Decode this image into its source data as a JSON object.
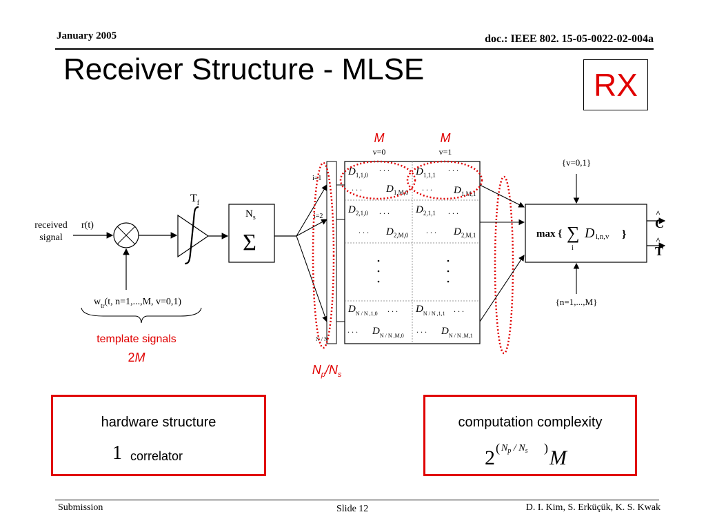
{
  "header": {
    "date": "January 2005",
    "doc_id": "doc.: IEEE 802. 15-05-0022-02-004a"
  },
  "title": "Receiver Structure - MLSE",
  "rx_label": "RX",
  "diagram": {
    "input_label_1": "received",
    "input_label_2": "signal",
    "r_t": "r(t)",
    "template_fn": "(t, n=1,...,M, v=0,1)",
    "w": "w",
    "w_sub": "tr",
    "tf_T": "T",
    "tf_f": "f",
    "ns_N": "N",
    "ns_s": "s",
    "sigma": "Σ",
    "template_caption": "template signals",
    "template_count": "2",
    "template_count_M": "M",
    "np_ns": "Np/Ns",
    "col0_M": "M",
    "col1_M": "M",
    "col0_v": "v=0",
    "col1_v": "v=1",
    "row_i1": "i=1",
    "row_i2": "i=2",
    "dots": ". . .",
    "decision_top": "{v=0,1}",
    "decision_bottom": "{n=1,...,M}",
    "decision_max": "max {",
    "decision_sum": "∑",
    "decision_D": "D",
    "decision_sub": "i,n,v",
    "decision_close": "}",
    "decision_i": "i",
    "out_C": "C",
    "out_T": "T",
    "cells": {
      "r1c0a": "1,1,0",
      "r1c0b": "1,M,0",
      "r1c1a": "1,1,1",
      "r1c1b": "1,M,1",
      "r2c0a": "2,1,0",
      "r2c0b": "2,M,0",
      "r2c1a": "2,1,1",
      "r2c1b": "2,M,1",
      "rNc0a": "N  / N  ,1,0",
      "rNc0b": "N  / N  ,M,0",
      "rNc1a": "N  / N  ,1,1",
      "rNc1b": "N  / N  ,M,1"
    }
  },
  "hardware_box": {
    "title": "hardware structure",
    "number": "1",
    "unit": "correlator"
  },
  "complexity_box": {
    "title": "computation complexity",
    "base": "2",
    "exp": "N",
    "exp_p": "p",
    "exp_slash": " / ",
    "exp_N": "N",
    "exp_s": "s",
    "factor": "M"
  },
  "footer": {
    "left": "Submission",
    "slide": "Slide 12",
    "authors": "D. I. Kim, S. Erküçük, K. S. Kwak"
  },
  "colors": {
    "accent_red": "#e00000"
  }
}
